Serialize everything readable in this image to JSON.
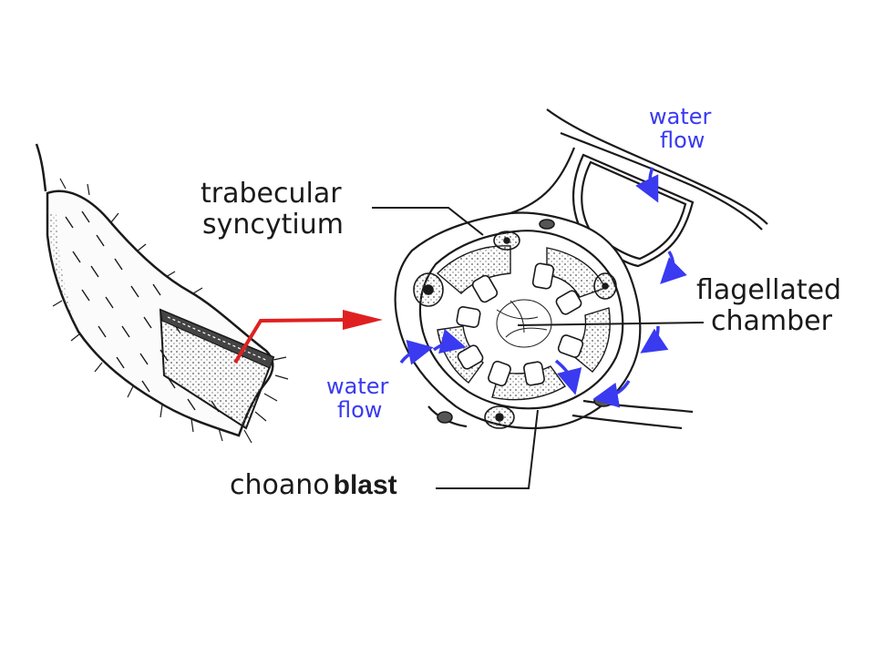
{
  "labels": {
    "trabecular": [
      "trabecular",
      "syncytium"
    ],
    "flagellated": [
      "flagellated",
      "chamber"
    ],
    "water_flow_top": [
      "water",
      "flow"
    ],
    "water_flow_left": [
      "water",
      "flow"
    ],
    "choanoblast": [
      "choano",
      "blast"
    ]
  },
  "colors": {
    "line": "#1a1a1a",
    "water_flow": "#3a3af0",
    "arrow": "#e02020"
  }
}
